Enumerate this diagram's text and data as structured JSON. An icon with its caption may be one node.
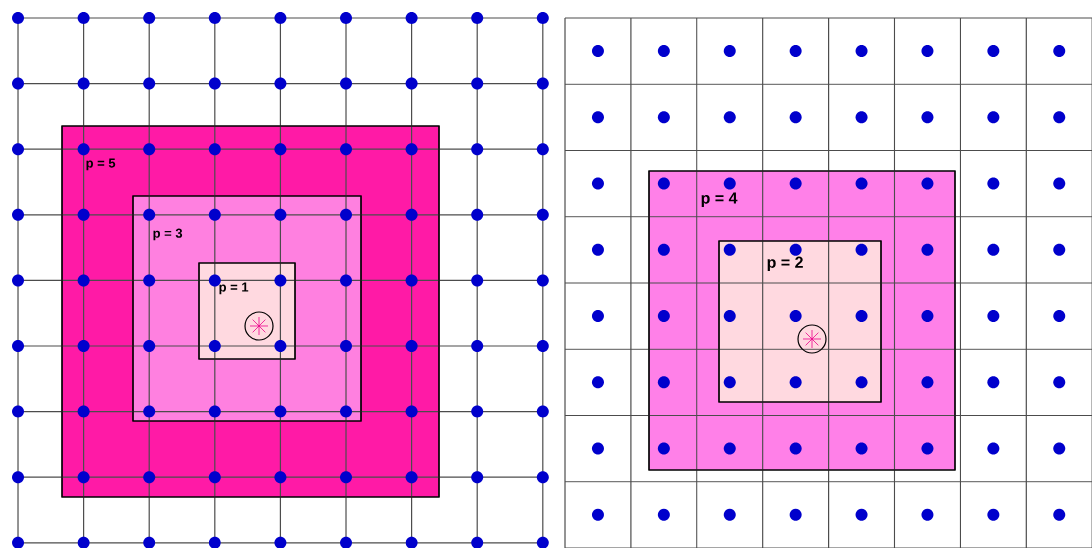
{
  "diagram": {
    "nodes": [
      {
        "text": [
          "p = 5"
        ]
      },
      {
        "text": [
          "p = 3"
        ],
        "in": 0
      },
      {
        "text": [
          "p = 1"
        ],
        "in": 1
      },
      {
        "text": [
          "p = 4"
        ]
      },
      {
        "text": [
          "p = 2"
        ],
        "in": 3
      }
    ]
  }
}
